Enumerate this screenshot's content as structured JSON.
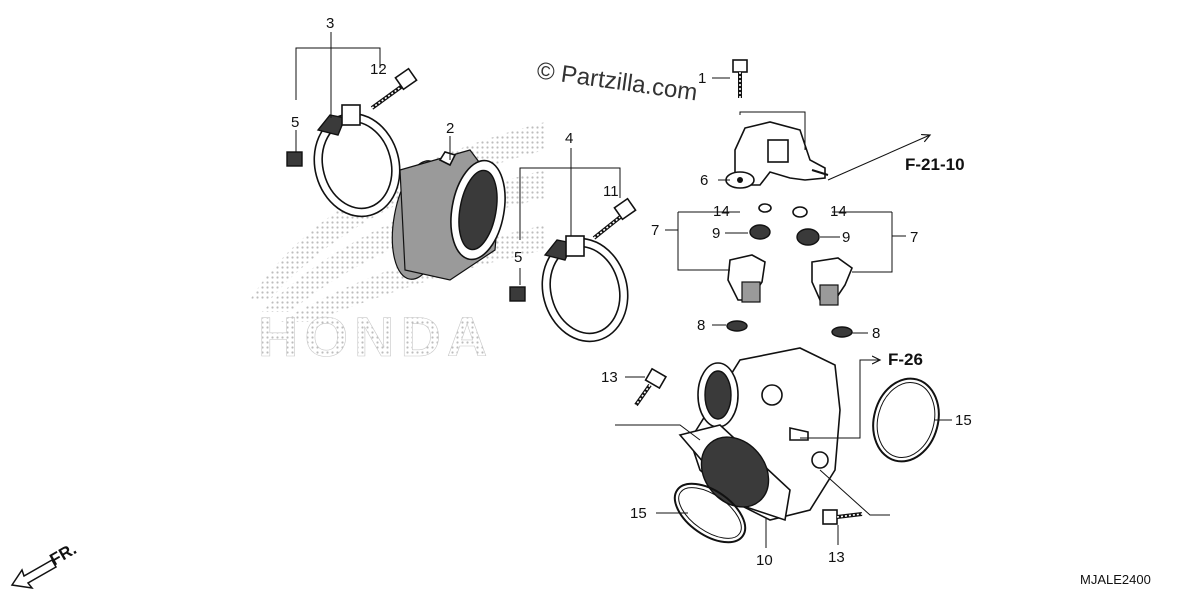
{
  "watermark": "© Partzilla.com",
  "logo_text": "HONDA",
  "diagram_code": "MJALE2400",
  "front_marker": "FR.",
  "references": {
    "f21_10": "F-21-10",
    "f26": "F-26"
  },
  "callouts": {
    "c1": "1",
    "c2": "2",
    "c3": "3",
    "c4": "4",
    "c5a": "5",
    "c5b": "5",
    "c6": "6",
    "c7a": "7",
    "c7b": "7",
    "c8a": "8",
    "c8b": "8",
    "c9a": "9",
    "c9b": "9",
    "c10": "10",
    "c11": "11",
    "c12": "12",
    "c13a": "13",
    "c13b": "13",
    "c14a": "14",
    "c14b": "14",
    "c15a": "15",
    "c15b": "15"
  },
  "colors": {
    "line": "#111111",
    "logo_halftone": "#bdbdbd",
    "background": "#ffffff"
  }
}
